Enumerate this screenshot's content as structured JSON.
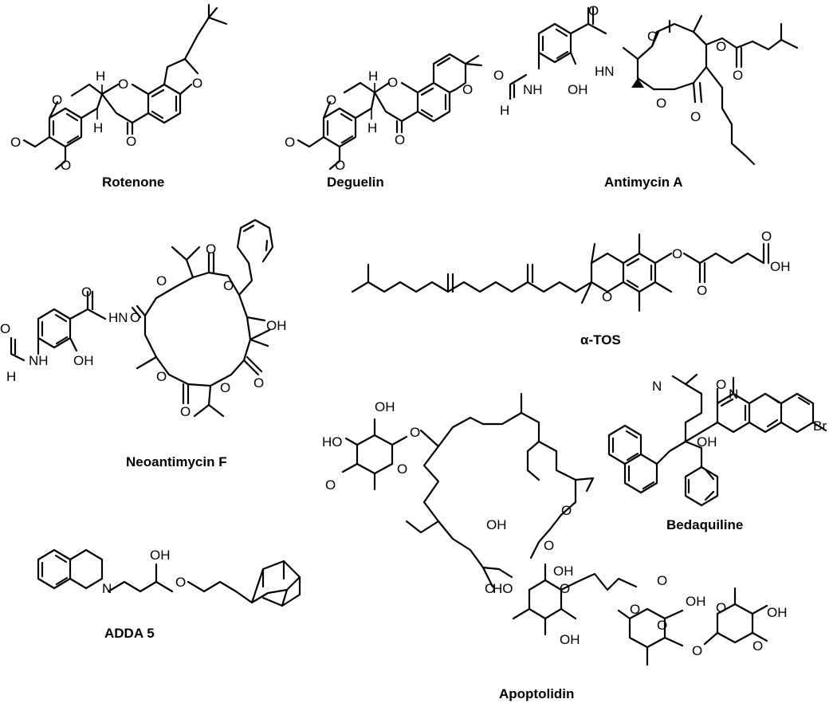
{
  "compounds": [
    {
      "name": "Rotenone"
    },
    {
      "name": "Deguelin"
    },
    {
      "name": "Antimycin A"
    },
    {
      "name": "Neoantimycin F"
    },
    {
      "name": "α-TOS"
    },
    {
      "name": "Bedaquiline"
    },
    {
      "name": "ADDA 5"
    },
    {
      "name": "Apoptolidin"
    }
  ],
  "atoms": {
    "O": "O",
    "H": "H",
    "NH": "NH",
    "HN": "HN",
    "N": "N",
    "OH": "OH",
    "HO": "HO",
    "Br": "Br"
  }
}
